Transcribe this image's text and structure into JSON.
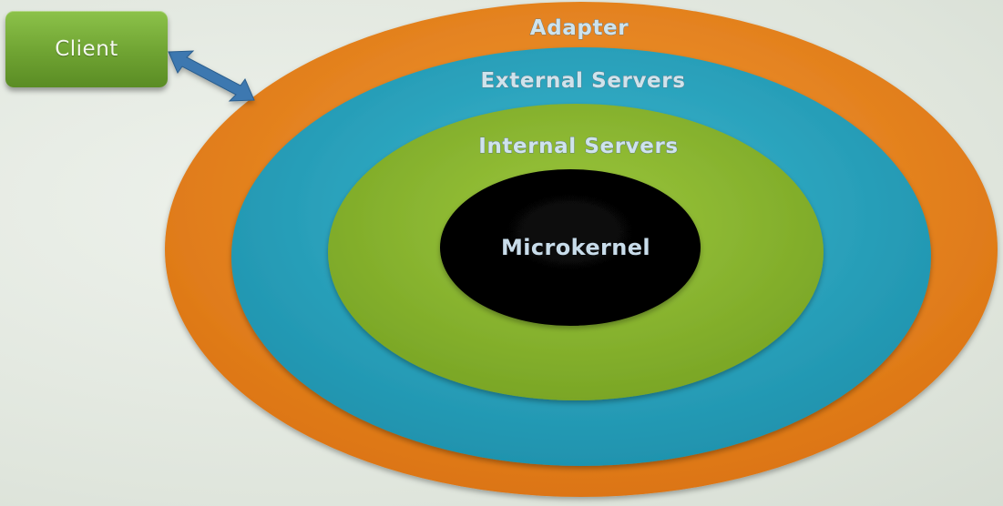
{
  "diagram": {
    "client": {
      "label": "Client",
      "color": "#6fa332"
    },
    "layers": {
      "adapter": {
        "label": "Adapter",
        "color": "#e3801c"
      },
      "external": {
        "label": "External Servers",
        "color": "#2aa6c0"
      },
      "internal": {
        "label": "Internal Servers",
        "color": "#8ab631"
      },
      "core": {
        "label": "Microkernel",
        "color": "#000000"
      }
    },
    "connector": {
      "type": "bidirectional-arrow",
      "color": "#3d78b0"
    }
  }
}
